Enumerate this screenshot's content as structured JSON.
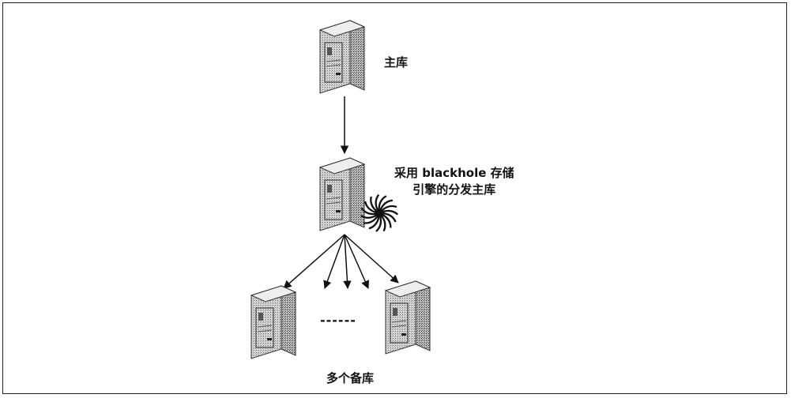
{
  "labels": {
    "master": "主库",
    "distribution_master_line1": "采用 blackhole 存储",
    "distribution_master_line2": "引擎的分发主库",
    "replicas": "多个备库",
    "ellipsis": "------"
  },
  "nodes": [
    {
      "id": "master",
      "icon": "server-tower-icon"
    },
    {
      "id": "distribution-master",
      "icon": "server-tower-icon",
      "badge": "blackhole-swirl-icon"
    },
    {
      "id": "replica-left",
      "icon": "server-tower-icon"
    },
    {
      "id": "replica-right",
      "icon": "server-tower-icon"
    }
  ],
  "edges": [
    {
      "from": "master",
      "to": "distribution-master"
    },
    {
      "from": "distribution-master",
      "to": "replica-left"
    },
    {
      "from": "distribution-master",
      "to": "replica-middle-1"
    },
    {
      "from": "distribution-master",
      "to": "replica-middle-2"
    },
    {
      "from": "distribution-master",
      "to": "replica-middle-3"
    },
    {
      "from": "distribution-master",
      "to": "replica-right"
    }
  ]
}
